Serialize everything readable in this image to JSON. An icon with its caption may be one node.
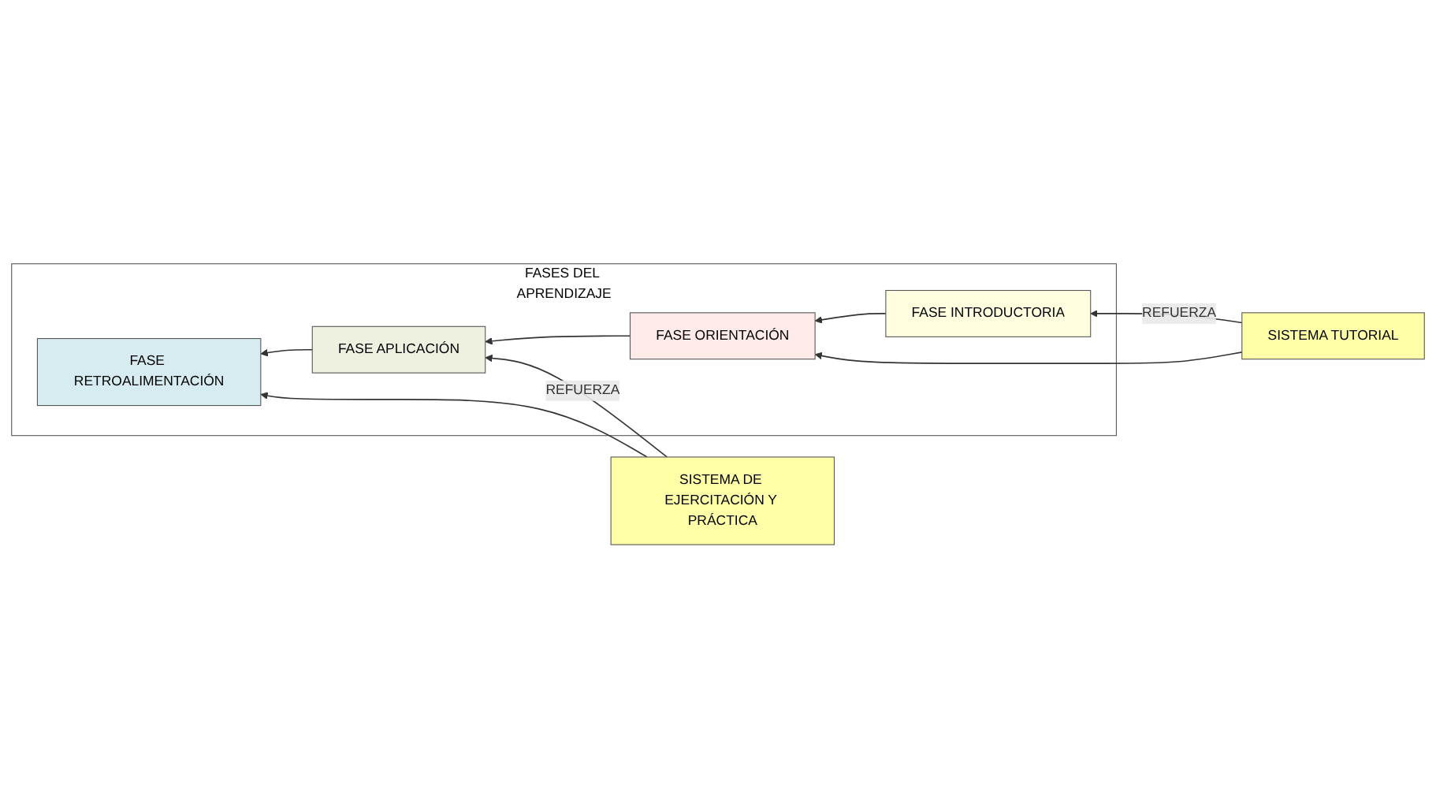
{
  "diagram": {
    "nodes": [
      {
        "text": [
          "FASES DEL APRENDIZAJE"
        ]
      },
      {
        "text": [
          "FASE INTRODUCTORIA"
        ],
        "in": 0
      },
      {
        "text": [
          "FASE ORIENTACIÓN"
        ],
        "in": 0
      },
      {
        "text": [
          "FASE APLICACIÓN"
        ],
        "in": 0
      },
      {
        "text": [
          "FASE RETROALIMENTACIÓN"
        ],
        "in": 0
      },
      {
        "text": [
          "SISTEMA TUTORIAL"
        ]
      },
      {
        "text": [
          "SISTEMA DE EJERCITACIÓN Y PRÁCTICA"
        ]
      }
    ],
    "edges": [
      {
        "from": 1,
        "to": 2,
        "arrow": "to"
      },
      {
        "from": 2,
        "to": 3,
        "arrow": "to"
      },
      {
        "from": 3,
        "to": 4,
        "arrow": "to"
      },
      {
        "from": 5,
        "to": 1,
        "arrow": "to",
        "label": "REFUERZA"
      },
      {
        "from": 5,
        "to": 2,
        "arrow": "to"
      },
      {
        "from": 6,
        "to": 3,
        "arrow": "to",
        "label": "REFUERZA"
      },
      {
        "from": 6,
        "to": 4,
        "arrow": "to"
      }
    ]
  }
}
